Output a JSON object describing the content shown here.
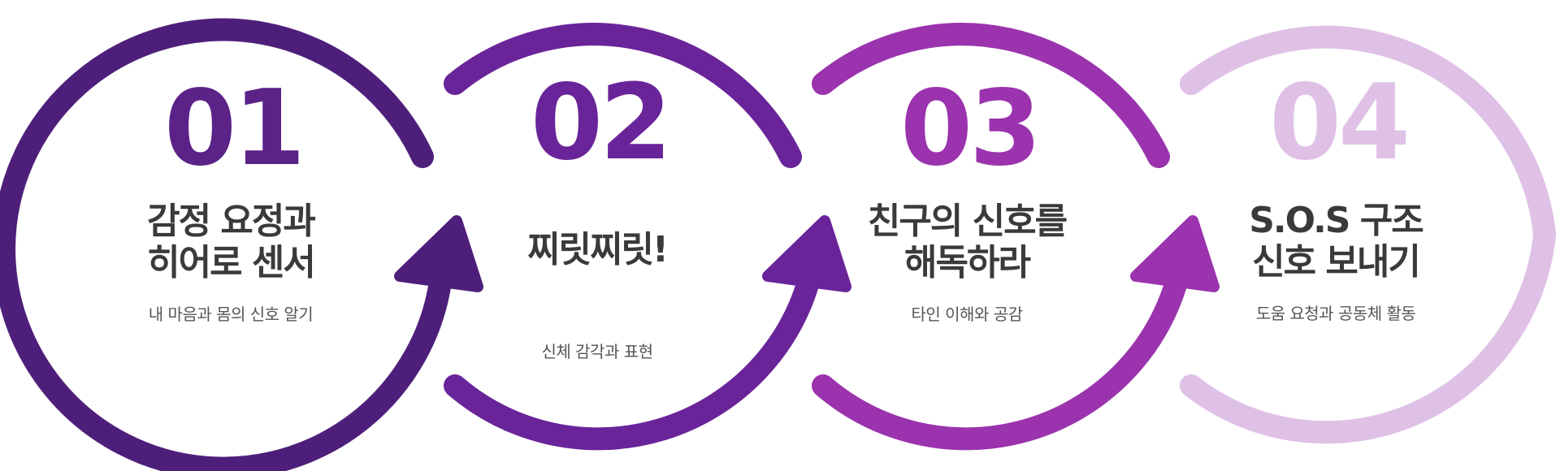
{
  "steps": [
    {
      "number": "01",
      "title": "감정 요정과\n히어로 센서",
      "subtitle": "내 마음과 몸의 신호 알기",
      "color": "#4e1f7a",
      "number_color": "#5b2288"
    },
    {
      "number": "02",
      "title": "찌릿찌릿!",
      "subtitle": "신체 감각과 표현",
      "color": "#6a2499",
      "number_color": "#6a2499"
    },
    {
      "number": "03",
      "title": "친구의 신호를\n해독하라",
      "subtitle": "타인 이해와 공감",
      "color": "#9a33ad",
      "number_color": "#9a33ad"
    },
    {
      "number": "04",
      "title": "S.O.S 구조\n신호 보내기",
      "subtitle": "도움 요청과 공동체 활동",
      "color": "#dfc1e6",
      "number_color": "#dfc1e6"
    }
  ]
}
